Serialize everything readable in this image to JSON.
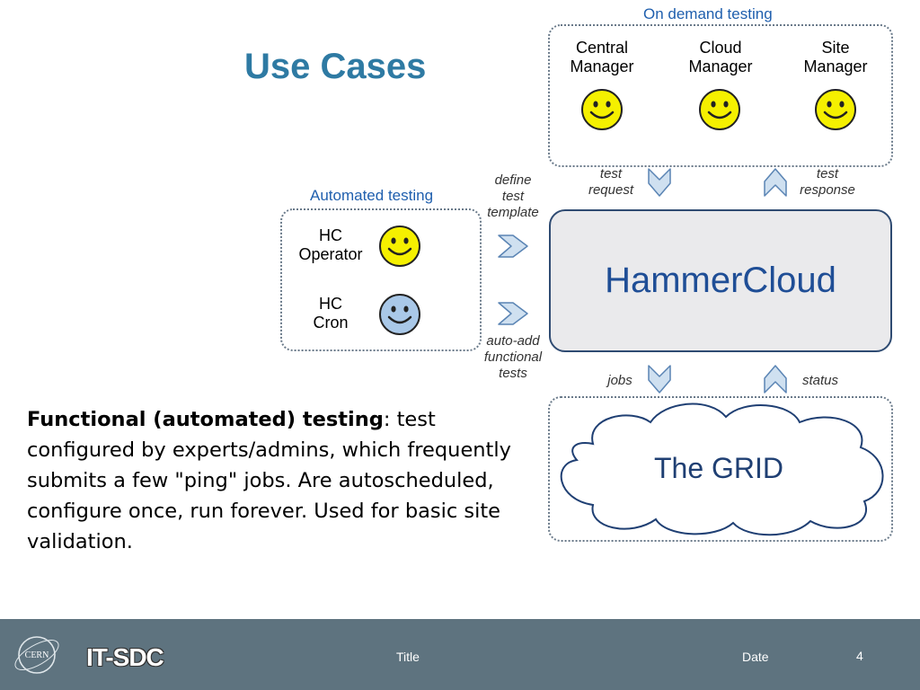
{
  "slide": {
    "title": "Use Cases"
  },
  "on_demand": {
    "title": "On demand testing",
    "roles": [
      {
        "line1": "Central",
        "line2": "Manager"
      },
      {
        "line1": "Cloud",
        "line2": "Manager"
      },
      {
        "line1": "Site",
        "line2": "Manager"
      }
    ]
  },
  "automated": {
    "title": "Automated testing",
    "roles": [
      {
        "line1": "HC",
        "line2": "Operator"
      },
      {
        "line1": "HC",
        "line2": "Cron"
      }
    ]
  },
  "annotations": {
    "define_template": [
      "define",
      "test",
      "template"
    ],
    "auto_add": [
      "auto-add",
      "functional",
      "tests"
    ],
    "test_request": [
      "test",
      "request"
    ],
    "test_response": [
      "test",
      "response"
    ],
    "jobs": "jobs",
    "status": "status"
  },
  "nodes": {
    "hammercloud": "HammerCloud",
    "grid": "The GRID"
  },
  "description": {
    "bold": "Functional (automated) testing",
    "text": ": test configured by experts/admins, which frequently submits a few \"ping\" jobs. Are autoscheduled, configure once, run forever. Used for basic site validation."
  },
  "footer": {
    "logo_text": "CERN",
    "brand": "IT-SDC",
    "title": "Title",
    "date": "Date",
    "page": "4"
  },
  "colors": {
    "title": "#2e7aa3",
    "group_title": "#1f5fae",
    "smiley_yellow": "#f5f000",
    "smiley_blue": "#a9c8e8",
    "arrow_fill": "#cfe0f0",
    "arrow_stroke": "#5a84b4",
    "hammer_fill": "#eaeaec",
    "footer_bg": "#5e737f"
  }
}
